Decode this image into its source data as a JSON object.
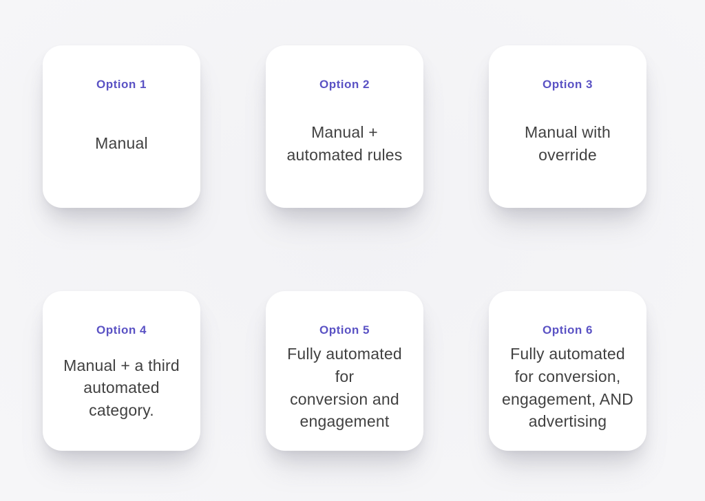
{
  "colors": {
    "page_background": "#f6f6f8",
    "card_background": "#ffffff",
    "accent": "#5a52c4",
    "text": "#414141"
  },
  "cards": [
    {
      "label": "Option 1",
      "description": "Manual"
    },
    {
      "label": "Option 2",
      "description": "Manual +\nautomated rules"
    },
    {
      "label": "Option 3",
      "description": "Manual with\noverride"
    },
    {
      "label": "Option 4",
      "description": "Manual + a third\nautomated\ncategory."
    },
    {
      "label": "Option 5",
      "description": "Fully automated for\nconversion and\nengagement"
    },
    {
      "label": "Option 6",
      "description": "Fully automated\nfor conversion,\nengagement, AND\nadvertising"
    }
  ]
}
